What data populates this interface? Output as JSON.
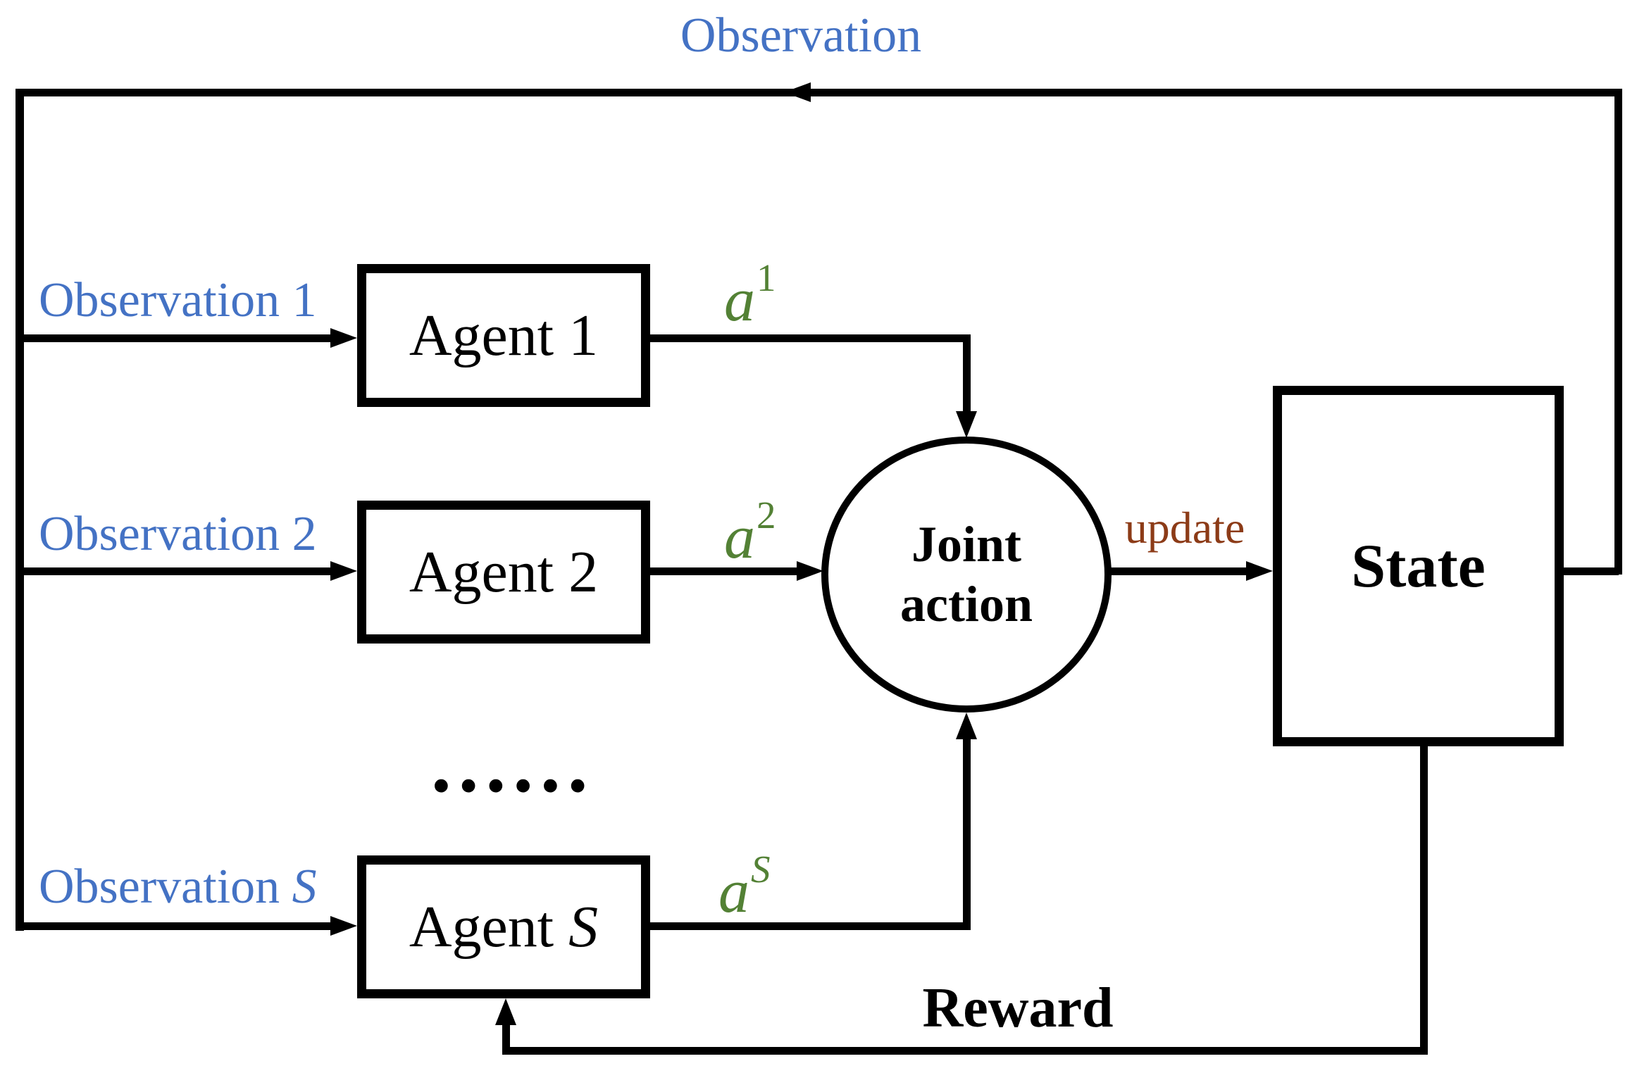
{
  "diagram": {
    "top_label": "Observation",
    "rows": [
      {
        "obs_prefix": "Observation ",
        "obs_var": "1",
        "agent_prefix": "Agent ",
        "agent_var": "1",
        "action_base": "a",
        "action_sup": "1"
      },
      {
        "obs_prefix": "Observation ",
        "obs_var": "2",
        "agent_prefix": "Agent ",
        "agent_var": "2",
        "action_base": "a",
        "action_sup": "2"
      },
      {
        "obs_prefix": "Observation ",
        "obs_var": "S",
        "agent_prefix": "Agent ",
        "agent_var": "S",
        "action_base": "a",
        "action_sup": "S"
      }
    ],
    "ellipsis": "......",
    "joint_action": {
      "line1": "Joint",
      "line2": "action"
    },
    "state_label": "State",
    "update_label": "update",
    "reward_label": "Reward",
    "colors": {
      "observation_blue": "#4472C4",
      "action_green": "#538135",
      "update_brown": "#8C3B17",
      "line_black": "#000000"
    }
  }
}
